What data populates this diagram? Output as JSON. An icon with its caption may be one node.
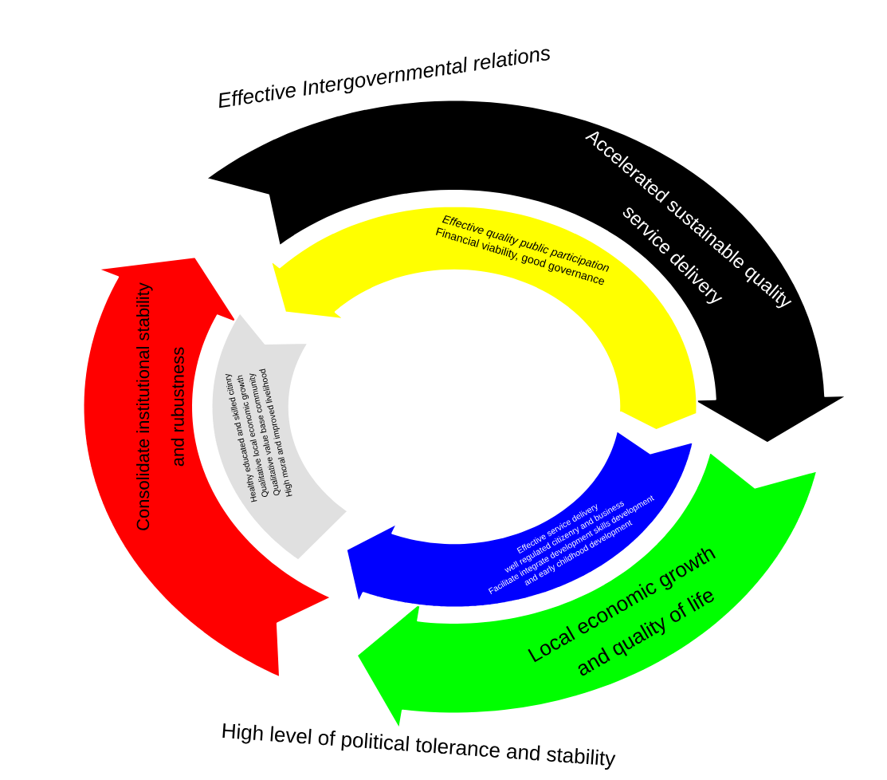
{
  "diagram": {
    "nodes": [
      {
        "text": [
          "Consolidate institutional stability",
          "and rubustness"
        ]
      },
      {
        "text": [
          "Accelerated sustainable quality",
          "service delivery"
        ]
      },
      {
        "text": [
          "Local economic growth",
          "and quality of life"
        ]
      },
      {
        "text": [
          "Effective quality public participation",
          "Financial viability, good governance"
        ]
      },
      {
        "text": [
          "Effective service delivery",
          "well regulated citizenry and business",
          "Facilitate integrate development skills development",
          "and early childhood development"
        ]
      },
      {
        "text": [
          "Healthy educated and skilled citinry",
          "Qualitative local economic growth",
          "Qualitative value base community",
          "High moral and improved livelihood"
        ]
      }
    ],
    "labels": [
      "Effective Intergovernmental relations",
      "High level of political tolerance and stability"
    ]
  }
}
